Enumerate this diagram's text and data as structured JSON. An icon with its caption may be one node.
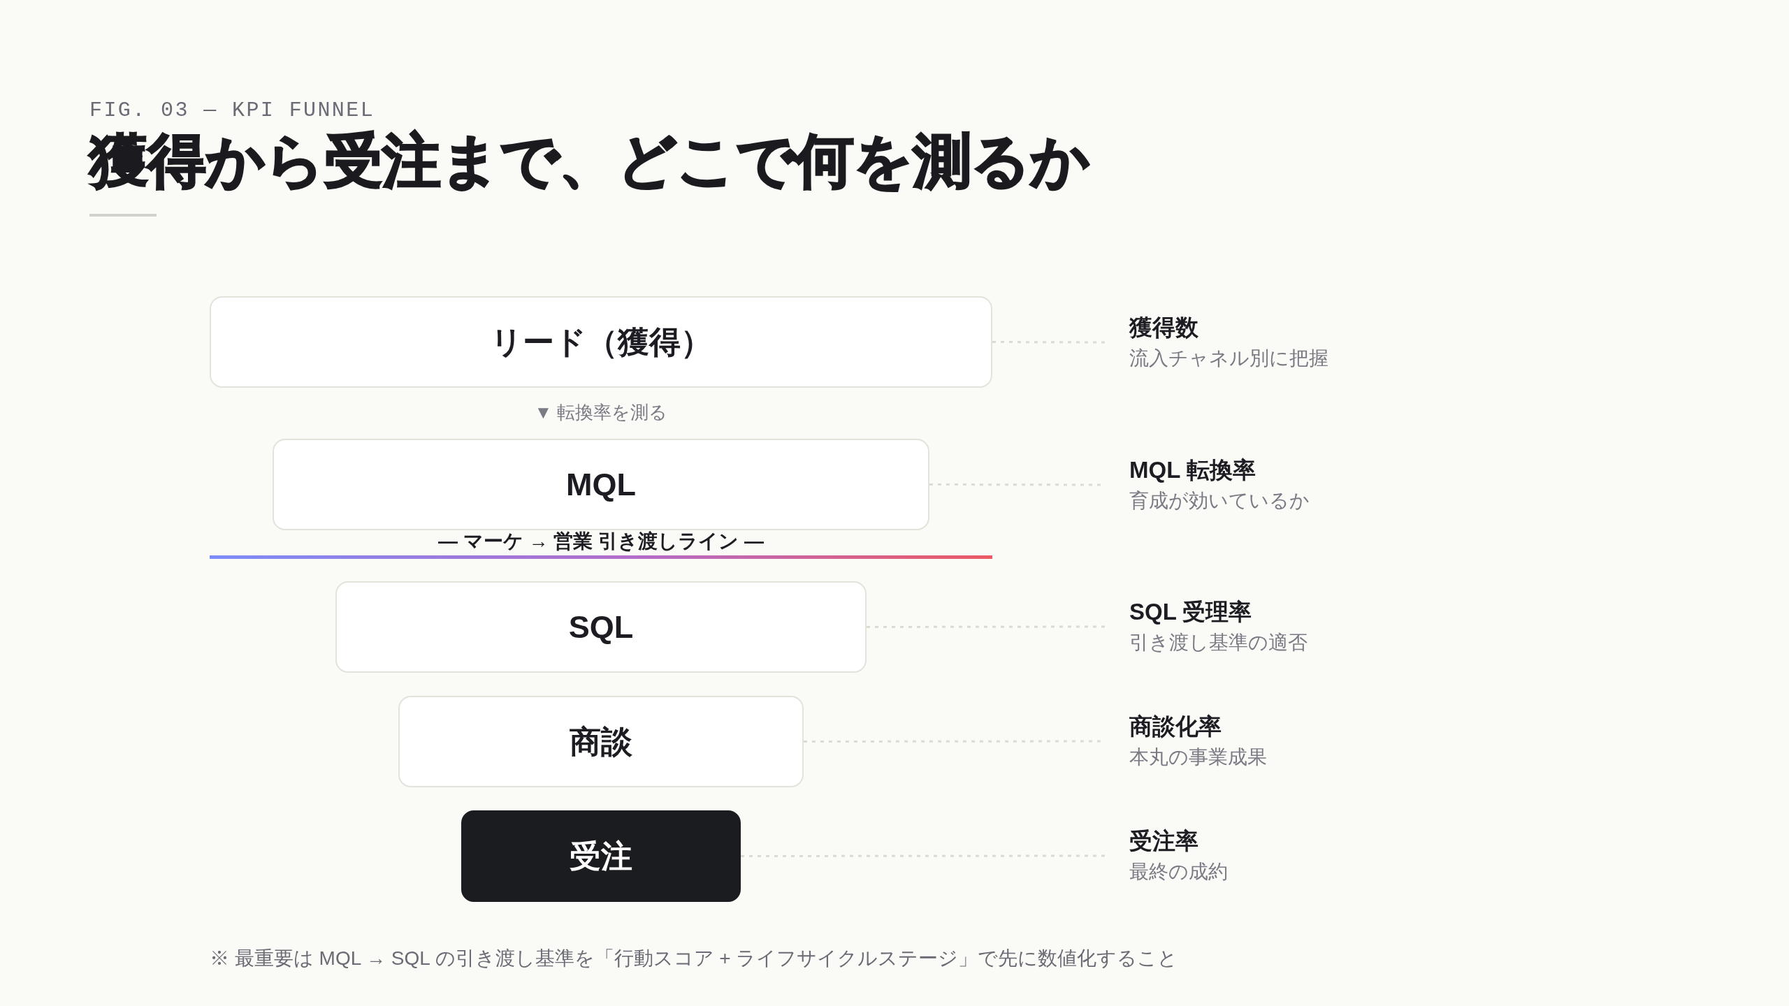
{
  "diagram": {
    "title": "獲得から受注まで、どこで何を測るか",
    "nodes": [
      {
        "text": [
          "リード（獲得）"
        ]
      },
      {
        "text": [
          "MQL"
        ]
      },
      {
        "text": [
          "SQL"
        ]
      },
      {
        "text": [
          "商談"
        ]
      },
      {
        "text": [
          "受注"
        ]
      },
      {
        "text": [
          "獲得数",
          "流入チャネル別に把握"
        ]
      },
      {
        "text": [
          "MQL 転換率",
          "育成が効いているか"
        ]
      },
      {
        "text": [
          "SQL 受理率",
          "引き渡し基準の適否"
        ]
      },
      {
        "text": [
          "商談化率",
          "本丸の事業成果"
        ]
      },
      {
        "text": [
          "受注率",
          "最終の成約"
        ]
      }
    ],
    "edges": [
      {
        "from": 0,
        "to": 5,
        "arrow": "none",
        "style": "dashed"
      },
      {
        "from": 1,
        "to": 6,
        "arrow": "none",
        "style": "dashed"
      },
      {
        "from": 2,
        "to": 7,
        "arrow": "none",
        "style": "dashed"
      },
      {
        "from": 3,
        "to": 8,
        "arrow": "none",
        "style": "dashed"
      },
      {
        "from": 4,
        "to": 9,
        "arrow": "none",
        "style": "dashed"
      }
    ],
    "labels": [
      "FIG. 03 — KPI FUNNEL",
      "▼ 転換率を測る",
      "— マーケ → 営業 引き渡しライン —",
      "※ 最重要は MQL → SQL の引き渡し基準を「行動スコア + ライフサイクルステージ」で先に数値化すること"
    ]
  }
}
